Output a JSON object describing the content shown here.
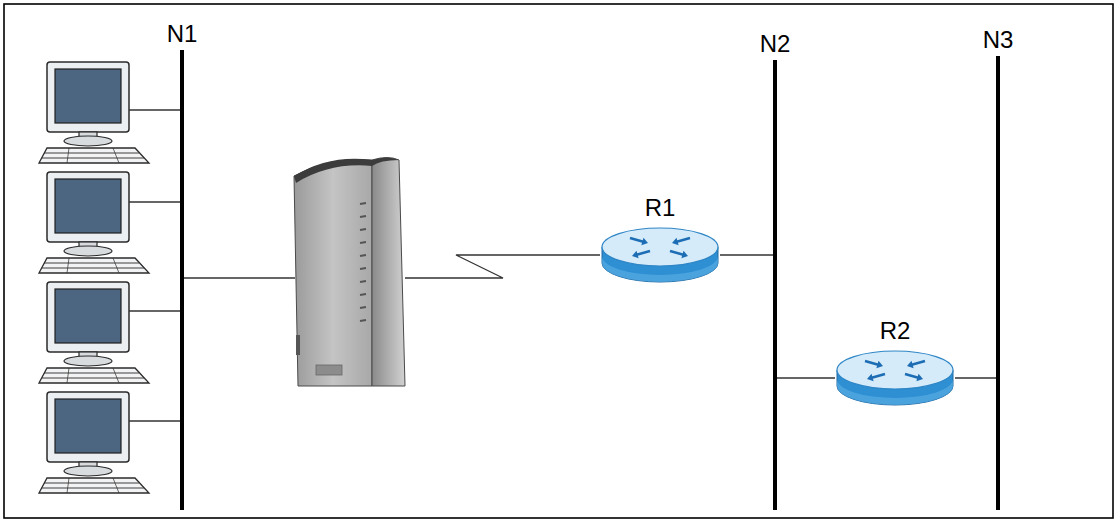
{
  "diagram": {
    "nodes": [
      {
        "text": [
          "N1"
        ]
      },
      {
        "text": [
          "N2"
        ]
      },
      {
        "text": [
          "N3"
        ]
      },
      {
        "text": [
          "R1"
        ]
      },
      {
        "text": [
          "R2"
        ]
      }
    ],
    "edges": [
      {
        "from": 3,
        "to": 1,
        "arrow": "none"
      },
      {
        "from": 4,
        "to": 1,
        "arrow": "none"
      },
      {
        "from": 4,
        "to": 2,
        "arrow": "none"
      }
    ]
  }
}
